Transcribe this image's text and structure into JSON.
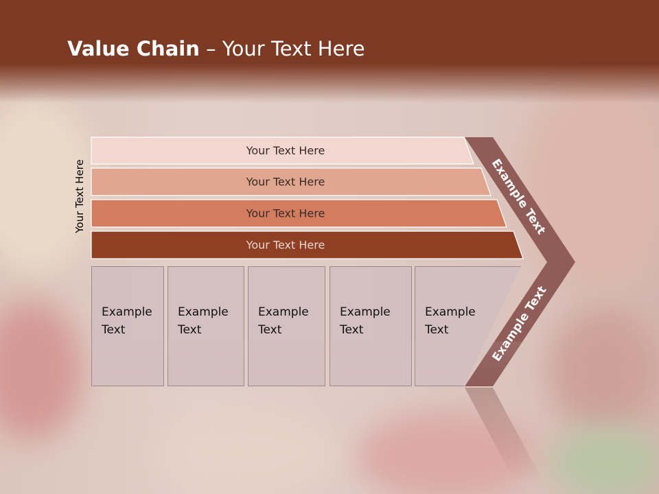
{
  "slide": {
    "title_bold": "Value Chain",
    "title_rest": " – Your Text Here",
    "side_label": "Your Text Here"
  },
  "bars": [
    {
      "label": "Your Text Here",
      "fill": "#f2d7d0",
      "text_color": "#3a2a26"
    },
    {
      "label": "Your Text Here",
      "fill": "#e1a690",
      "text_color": "#3a2a26"
    },
    {
      "label": "Your Text Here",
      "fill": "#d27d5f",
      "text_color": "#3a2a26"
    },
    {
      "label": "Your Text Here",
      "fill": "#8e3f24",
      "text_color": "#e9d8d2"
    }
  ],
  "chevron": {
    "fill": "#8f5c58",
    "upper_label": "Example Text",
    "lower_label": "Example Text"
  },
  "boxes": [
    {
      "line1": "Example",
      "line2": "Text"
    },
    {
      "line1": "Example",
      "line2": "Text"
    },
    {
      "line1": "Example",
      "line2": "Text"
    },
    {
      "line1": "Example",
      "line2": "Text"
    },
    {
      "line1": "Example",
      "line2": "Text"
    }
  ],
  "colors": {
    "header": "#7c3a24",
    "box_fill": "#d2bec0"
  }
}
